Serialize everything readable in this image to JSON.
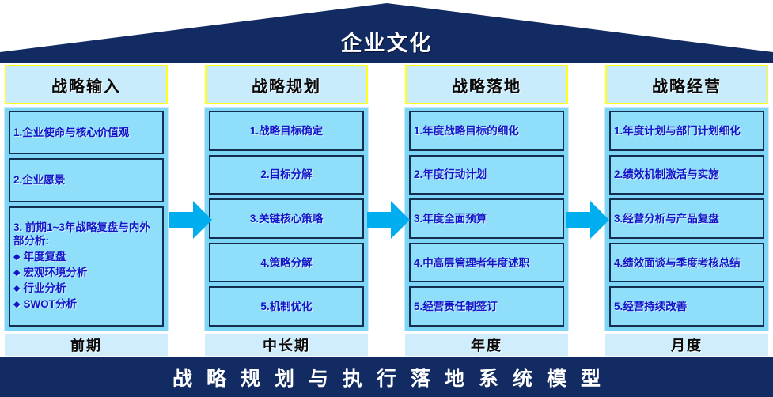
{
  "roof": {
    "title": "企业文化",
    "fill_color": "#132b63"
  },
  "theme": {
    "roof_color": "#132b63",
    "header_fill": "#c9ecfd",
    "header_border": "#ffff1a",
    "body_fill": "#7ed6f7",
    "item_fill": "#8fdffa",
    "item_border": "#132e4f",
    "item_text_color": "#1414c8",
    "arrow_color": "#00aeef",
    "footer_fill": "#cfedfd",
    "base_bar_color": "#132b63"
  },
  "columns": [
    {
      "header": "战略输入",
      "align": "left",
      "footer": "前期",
      "items": [
        {
          "text": "1.企业使命与核心价值观",
          "sub": []
        },
        {
          "text": "2.企业愿景",
          "sub": []
        },
        {
          "text": "3. 前期1~3年战略复盘与内外部分析:",
          "sub": [
            "年度复盘",
            "宏观环境分析",
            "行业分析",
            "SWOT分析"
          ]
        }
      ]
    },
    {
      "header": "战略规划",
      "align": "center",
      "footer": "中长期",
      "items": [
        {
          "text": "1.战略目标确定",
          "sub": []
        },
        {
          "text": "2.目标分解",
          "sub": []
        },
        {
          "text": "3.关键核心策略",
          "sub": []
        },
        {
          "text": "4.策略分解",
          "sub": []
        },
        {
          "text": "5.机制优化",
          "sub": []
        }
      ]
    },
    {
      "header": "战略落地",
      "align": "left",
      "footer": "年度",
      "items": [
        {
          "text": "1.年度战略目标的细化",
          "sub": []
        },
        {
          "text": "2.年度行动计划",
          "sub": []
        },
        {
          "text": "3.年度全面预算",
          "sub": []
        },
        {
          "text": "4.中高层管理者年度述职",
          "sub": []
        },
        {
          "text": "5.经营责任制签订",
          "sub": []
        }
      ]
    },
    {
      "header": "战略经营",
      "align": "left",
      "footer": "月度",
      "items": [
        {
          "text": "1.年度计划与部门计划细化",
          "sub": []
        },
        {
          "text": "2.绩效机制激活与实施",
          "sub": []
        },
        {
          "text": "3.经营分析与产品复盘",
          "sub": []
        },
        {
          "text": "4.绩效面谈与季度考核总结",
          "sub": []
        },
        {
          "text": "5.经营持续改善",
          "sub": []
        }
      ]
    }
  ],
  "arrows": [
    {
      "name": "arrow-input-to-planning"
    },
    {
      "name": "arrow-planning-to-landing"
    },
    {
      "name": "arrow-landing-to-operation"
    }
  ],
  "base_bar": {
    "title": "战略规划与执行落地系统模型"
  }
}
